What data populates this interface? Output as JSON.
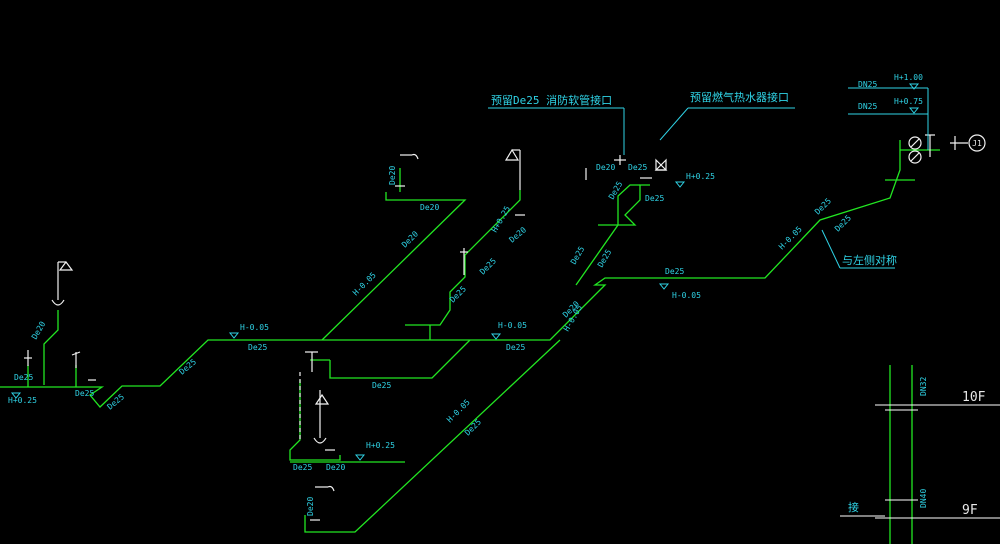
{
  "colors": {
    "pipe": "#22e622",
    "fixture": "#f2f2f2",
    "annotation": "#2fd3e6",
    "background": "#000000"
  },
  "notes": {
    "fire_interface": "预留De25 消防软管接口",
    "gas_heater_interface": "预留燃气热水器接口",
    "symmetric": "与左侧对称",
    "riser_connect": "接"
  },
  "riser": {
    "tag": "J1",
    "floors": [
      "10F",
      "9F"
    ],
    "sizes": [
      "DN32",
      "DN40"
    ]
  },
  "labels": {
    "h_left": "H+0.25",
    "de25_a": "De25",
    "de25_b": "De25",
    "de25_c": "De25",
    "de20_a": "De20",
    "de25_d": "De25",
    "h_neg1": "H-0.05",
    "de25_e": "De25",
    "h_neg2": "H-0.05",
    "de20_b": "De20",
    "de20_c": "De20",
    "de20_d": "De20",
    "h_neg3": "H-0.05",
    "de25_f": "De25",
    "h_025b": "H+0.25",
    "de20_e": "De20",
    "de25_g": "De25",
    "de25_h": "De25",
    "h_neg4": "H-0.05",
    "de25_i": "De25",
    "de25_j": "De25",
    "h_neg5": "H-0.05",
    "de20_f": "De20",
    "de25_k": "De25",
    "de20_g": "De20",
    "h_025c": "H+0.25",
    "de20_h": "De20",
    "de25_l": "De25",
    "de25_m": "De25",
    "de25_n": "De25",
    "h_025d": "H+0.25",
    "de25_o": "De25",
    "h_neg6": "H-0.05",
    "h_neg7": "H-0.05",
    "de25_p": "De25",
    "de25_q": "De25",
    "dn25_a": "DN25",
    "h_100": "H+1.00",
    "dn25_b": "DN25",
    "h_075": "H+0.75",
    "de20_i": "De20"
  }
}
